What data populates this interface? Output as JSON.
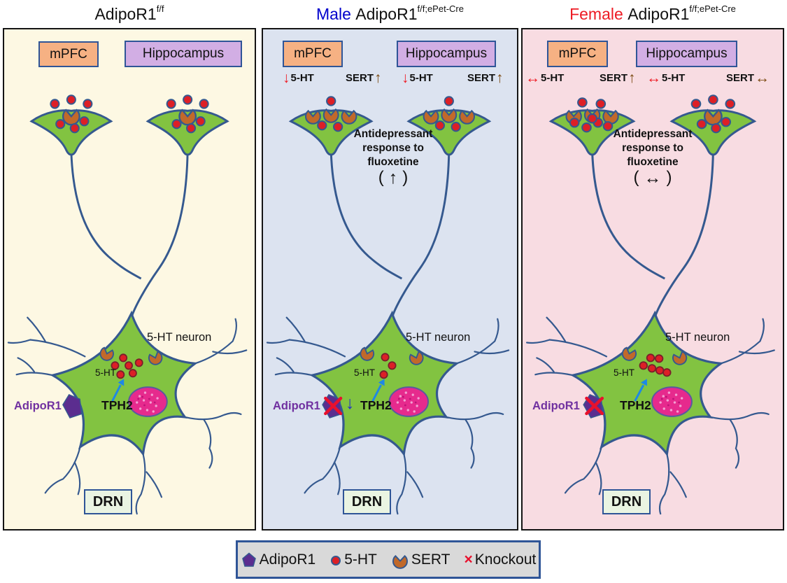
{
  "colors": {
    "panel1_bg": "#FDF8E3",
    "panel2_bg": "#DCE3F0",
    "panel3_bg": "#F8DCE2",
    "neuron_green": "#82C341",
    "membrane_blue": "#35598F",
    "serotonin_red": "#DD1F26",
    "sert_brown": "#C1692A",
    "adipor1_purple": "#5B2D8F",
    "nucleus_pink": "#E62A8D",
    "male_blue": "#0000CC",
    "female_red": "#ED1B24",
    "decrease_arrow_red": "#EE1C25",
    "increase_arrow_brown": "#7B4A12",
    "tph2_arrow_blue": "#1E88E5",
    "knockout_red": "#E8112D",
    "mpfc_fill": "#F6B183",
    "hippocampus_fill": "#D2AEE4",
    "drn_fill": "#EAF4E2",
    "box_border_blue": "#2F5597",
    "legend_bg": "#D9D9D9"
  },
  "shared": {
    "mpfc": "mPFC",
    "hippocampus": "Hippocampus",
    "drn": "DRN",
    "serotonin": "5-HT",
    "sert": "SERT",
    "neuron_label": "5-HT neuron",
    "tph2": "TPH2",
    "adipor1": "AdipoR1",
    "paren_open": "(",
    "paren_close": ")"
  },
  "panels": [
    {
      "title": {
        "prefix": "",
        "name": "AdipoR1",
        "sup": "f/f"
      }
    },
    {
      "title": {
        "prefix": "Male ",
        "name": "AdipoR1",
        "sup": "f/f;ePet-Cre"
      },
      "anno": {
        "t1_left_arrow": "↓",
        "t1_right_arrow": "↑",
        "t2_left_arrow": "↓",
        "t2_right_arrow": "↑"
      },
      "tph2_arrow": "↓",
      "response": {
        "line1": "Antidepressant",
        "line2": "response to",
        "line3": "fluoxetine",
        "arrow": "↑"
      }
    },
    {
      "title": {
        "prefix": "Female ",
        "name": "AdipoR1",
        "sup": "f/f;ePet-Cre"
      },
      "anno": {
        "t1_left_arrow": "↔",
        "t1_right_arrow": "↑",
        "t2_left_arrow": "↔",
        "t2_right_arrow": "↔"
      },
      "response": {
        "line1": "Antidepressant",
        "line2": "response to",
        "line3": "fluoxetine",
        "arrow": "↔"
      }
    }
  ],
  "legend": {
    "items": [
      {
        "icon": "adipor1-pentagon-icon",
        "label": "AdipoR1"
      },
      {
        "icon": "serotonin-dot-icon",
        "label": "5-HT"
      },
      {
        "icon": "sert-claw-icon",
        "label": "SERT"
      },
      {
        "icon": "knockout-cross-icon",
        "glyph": "×",
        "label": "Knockout"
      }
    ]
  }
}
